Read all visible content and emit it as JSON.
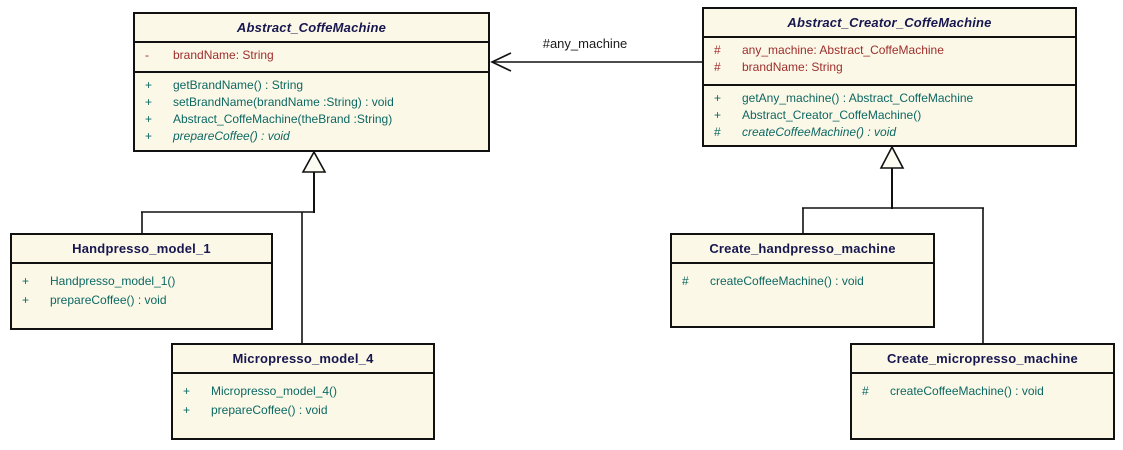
{
  "diagram": {
    "association_label": "#any_machine",
    "colors": {
      "box_fill": "#FCF8E8",
      "box_border": "#111111",
      "title_color": "#17174F",
      "attribute_color": "#9C2E2B",
      "method_color": "#0C6862",
      "background": "#FFFFFF"
    },
    "classes": [
      {
        "name": "Abstract_CoffeMachine",
        "abstract": true,
        "attributes": [
          {
            "visibility": "-",
            "text": "brandName: String"
          }
        ],
        "methods": [
          {
            "visibility": "+",
            "text": "getBrandName() : String"
          },
          {
            "visibility": "+",
            "text": "setBrandName(brandName :String) : void"
          },
          {
            "visibility": "+",
            "text": "Abstract_CoffeMachine(theBrand :String)"
          },
          {
            "visibility": "+",
            "text": "prepareCoffee() : void",
            "italic": true
          }
        ]
      },
      {
        "name": "Abstract_Creator_CoffeMachine",
        "abstract": true,
        "attributes": [
          {
            "visibility": "#",
            "text": "any_machine: Abstract_CoffeMachine"
          },
          {
            "visibility": "#",
            "text": "brandName: String"
          }
        ],
        "methods": [
          {
            "visibility": "+",
            "text": "getAny_machine() : Abstract_CoffeMachine"
          },
          {
            "visibility": "+",
            "text": "Abstract_Creator_CoffeMachine()"
          },
          {
            "visibility": "#",
            "text": "createCoffeeMachine() : void",
            "italic": true
          }
        ]
      },
      {
        "name": "Handpresso_model_1",
        "abstract": false,
        "attributes": [],
        "methods": [
          {
            "visibility": "+",
            "text": "Handpresso_model_1()"
          },
          {
            "visibility": "+",
            "text": "prepareCoffee() : void"
          }
        ]
      },
      {
        "name": "Micropresso_model_4",
        "abstract": false,
        "attributes": [],
        "methods": [
          {
            "visibility": "+",
            "text": "Micropresso_model_4()"
          },
          {
            "visibility": "+",
            "text": "prepareCoffee() : void"
          }
        ]
      },
      {
        "name": "Create_handpresso_machine",
        "abstract": false,
        "attributes": [],
        "methods": [
          {
            "visibility": "#",
            "text": "createCoffeeMachine() : void"
          }
        ]
      },
      {
        "name": "Create_micropresso_machine",
        "abstract": false,
        "attributes": [],
        "methods": [
          {
            "visibility": "#",
            "text": "createCoffeeMachine() : void"
          }
        ]
      }
    ],
    "relationships": [
      {
        "type": "association",
        "from": "Abstract_Creator_CoffeMachine",
        "to": "Abstract_CoffeMachine",
        "label": "#any_machine"
      },
      {
        "type": "generalization",
        "from": "Handpresso_model_1",
        "to": "Abstract_CoffeMachine"
      },
      {
        "type": "generalization",
        "from": "Micropresso_model_4",
        "to": "Abstract_CoffeMachine"
      },
      {
        "type": "generalization",
        "from": "Create_handpresso_machine",
        "to": "Abstract_Creator_CoffeMachine"
      },
      {
        "type": "generalization",
        "from": "Create_micropresso_machine",
        "to": "Abstract_Creator_CoffeMachine"
      }
    ]
  }
}
